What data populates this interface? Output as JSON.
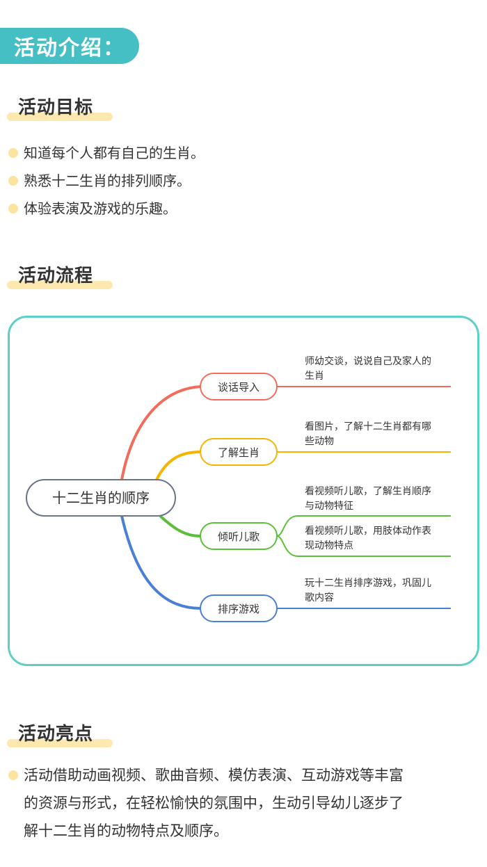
{
  "header": {
    "title": "活动介绍："
  },
  "goals": {
    "title": "活动目标",
    "items": [
      "知道每个人都有自己的生肖。",
      "熟悉十二生肖的排列顺序。",
      "体验表演及游戏的乐趣。"
    ]
  },
  "process": {
    "title": "活动流程",
    "root": "十二生肖的顺序",
    "branches": [
      {
        "label": "谈话导入",
        "color": "#f26b5b",
        "notes": [
          [
            "师幼交谈，说说自己及家人的",
            "生肖"
          ]
        ]
      },
      {
        "label": "了解生肖",
        "color": "#f5b400",
        "notes": [
          [
            "看图片，了解十二生肖都有哪",
            "些动物"
          ]
        ]
      },
      {
        "label": "倾听儿歌",
        "color": "#5cbf3a",
        "notes": [
          [
            "看视频听儿歌，了解生肖顺序",
            "与动物特征"
          ],
          [
            "看视频听儿歌，用肢体动作表",
            "现动物特点"
          ]
        ]
      },
      {
        "label": "排序游戏",
        "color": "#4a7fd6",
        "notes": [
          [
            "玩十二生肖排序游戏，巩固儿",
            "歌内容"
          ]
        ]
      }
    ]
  },
  "highlights": {
    "title": "活动亮点",
    "text_lines": [
      "活动借助动画视频、歌曲音频、模仿表演、互动游戏等丰富",
      "的资源与形式，在轻松愉快的氛围中，生动引导幼儿逐步了",
      "解十二生肖的动物特点及顺序。"
    ]
  },
  "colors": {
    "accent": "#45bfc3",
    "highlight": "#fde9b0",
    "frame": "#5ccfc7"
  }
}
